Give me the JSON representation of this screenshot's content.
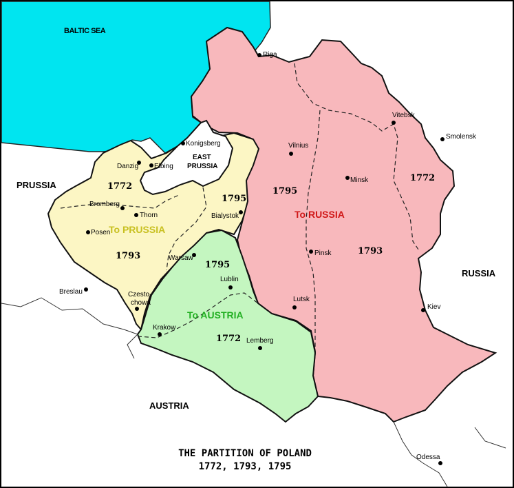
{
  "seas": {
    "baltic": "BALTIC SEA"
  },
  "countries": {
    "prussia": "PRUSSIA",
    "east_prussia_1": "EAST",
    "east_prussia_2": "PRUSSIA",
    "russia": "RUSSIA",
    "austria": "AUSTRIA"
  },
  "shares": {
    "to_prussia": "To PRUSSIA",
    "to_russia": "To RUSSIA",
    "to_austria": "To AUSTRIA"
  },
  "years": {
    "prussia_1772": "1772",
    "prussia_1793": "1793",
    "prussia_1795": "1795",
    "russia_1795": "1795",
    "russia_1772": "1772",
    "russia_1793": "1793",
    "austria_1795": "1795",
    "austria_1772": "1772"
  },
  "cities": {
    "riga": "Riga",
    "konigsberg": "Konigsberg",
    "danzig": "Danzig",
    "elbing": "Elbing",
    "vitebsk": "Vitebsk",
    "smolensk": "Smolensk",
    "vilnius": "Vilnius",
    "minsk": "Minsk",
    "bromberg": "Bromberg",
    "thorn": "Thorn",
    "bialystok": "Bialystok",
    "posen": "Posen",
    "warsaw": "Warsaw",
    "pinsk": "Pinsk",
    "breslau": "Breslau",
    "lublin": "Lublin",
    "czesto_1": "Czesto-",
    "czesto_2": "chowa",
    "lutsk": "Lutsk",
    "kiev": "Kiev",
    "krakow": "Krakow",
    "lemberg": "Lemberg",
    "odessa": "Odessa"
  },
  "title": {
    "line1": "THE PARTITION OF POLAND",
    "line2": "1772, 1793, 1795"
  },
  "colors": {
    "sea": "#00e5f0",
    "prussia_share": "#fcf6c4",
    "russia_share": "#f8b8bc",
    "austria_share": "#c4f6c0"
  }
}
